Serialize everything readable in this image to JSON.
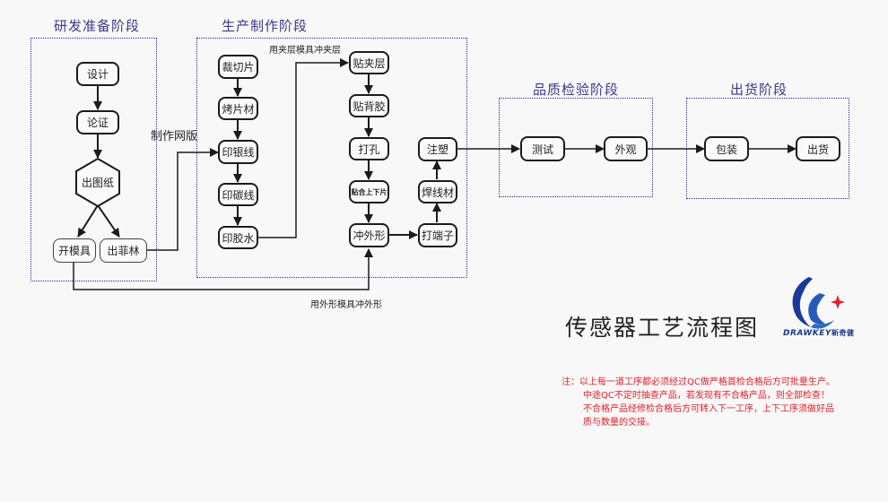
{
  "title": "传感器工艺流程图",
  "stages": {
    "rd": {
      "title": "研发准备阶段"
    },
    "production": {
      "title": "生产制作阶段"
    },
    "qc": {
      "title": "品质检验阶段"
    },
    "shipping": {
      "title": "出货阶段"
    }
  },
  "nodes": {
    "design": "设计",
    "review": "论证",
    "drawing": "出图纸",
    "mold": "开模具",
    "film": "出菲林",
    "cut": "裁切片",
    "bake": "烤片材",
    "silver": "印银线",
    "carbon": "印碳线",
    "glue": "印胶水",
    "spacer": "贴夹层",
    "backglue": "贴背胶",
    "punch": "打孔",
    "laminate": "贴合上下片",
    "shape": "冲外形",
    "terminal": "打端子",
    "solder": "焊线材",
    "injection": "注塑",
    "test": "测试",
    "appearance": "外观",
    "pack": "包装",
    "ship": "出货"
  },
  "edge_labels": {
    "screen": "制作网版",
    "spacer_mold": "用夹层模具冲夹层",
    "shape_mold": "用外形模具冲外形"
  },
  "logo": {
    "text": "DRAWKEY",
    "cn": "新奇健",
    "primary_color": "#1a3a9a",
    "accent_color": "#e0202a"
  },
  "note": {
    "lines": [
      "注：以上每一道工序都必须经过QC做严格首检合格后方可批量生产。",
      "中途QC不定时抽查产品，若发现有不合格产品，则全部检查！",
      "不合格产品经修检合格后方可转入下一工序，上下工序须做好品",
      "质与数量的交接。"
    ]
  },
  "colors": {
    "stage_border": "#2a2a9a",
    "stage_title": "#3a3a8a",
    "note": "#e0202a",
    "line": "#1e1a1a"
  }
}
